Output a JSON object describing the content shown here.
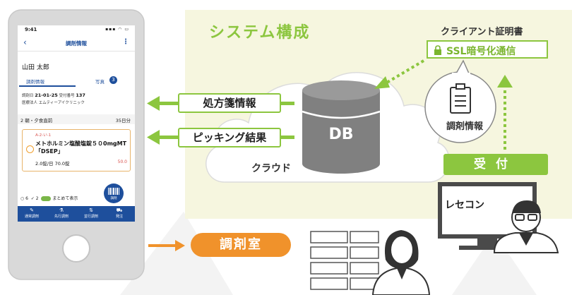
{
  "phone": {
    "time": "9:41",
    "nav_title": "調剤情報",
    "patient_name": "山田 太郎",
    "tab_dispense": "調剤情報",
    "tab_photo": "写真",
    "photo_count": "3",
    "info_date_label": "調剤日",
    "info_date": "21-01-25",
    "info_recept_label": "受付番号",
    "info_recept": "137",
    "clinic": "医療法人 エムティーアイクリニック",
    "dose_label": "2 朝・夕食直前",
    "dose_days": "35日分",
    "drug_code": "A-2-い-1",
    "drug_name": "メトホルミン塩酸塩錠５０0mgMT「DSEP」",
    "drug_qty": "2.0錠/日 70.0錠",
    "drug_price": "50.0",
    "summary_a": "6",
    "summary_b": "2",
    "summary_toggle": "まとめて表示",
    "fab_label": "調剤",
    "bottom_tabs": [
      "通常調剤",
      "先行調剤",
      "並行調剤",
      "発注"
    ]
  },
  "diagram": {
    "title": "システム構成",
    "cert_label": "クライアント証明書",
    "ssl_label": "SSL暗号化通信",
    "prescription_info": "処方箋情報",
    "picking_result": "ピッキング結果",
    "db_label": "DB",
    "cloud_label": "クラウド",
    "dispense_info": "調剤情報",
    "uketsuke": "受付",
    "rececon": "レセコン",
    "pharmacy": "調剤室"
  },
  "colors": {
    "green": "#8cc63f",
    "orange": "#f0922b",
    "panel": "#f6f6df",
    "navy": "#1e4f9c"
  }
}
